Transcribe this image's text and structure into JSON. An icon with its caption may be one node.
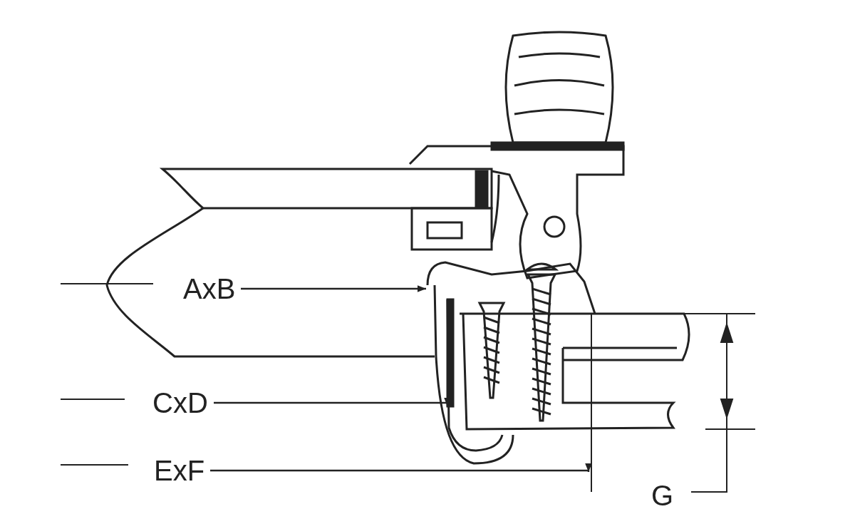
{
  "diagram": {
    "nodes": [
      {
        "text": [
          "AxB"
        ]
      },
      {
        "text": [
          "CxD"
        ]
      },
      {
        "text": [
          "ExF"
        ]
      }
    ],
    "edges": [
      {
        "from": 0,
        "to": null,
        "arrow": "to"
      },
      {
        "from": 1,
        "to": null,
        "arrow": "to"
      },
      {
        "from": 2,
        "to": null,
        "arrow": "to"
      }
    ],
    "labels": [
      "G"
    ]
  }
}
